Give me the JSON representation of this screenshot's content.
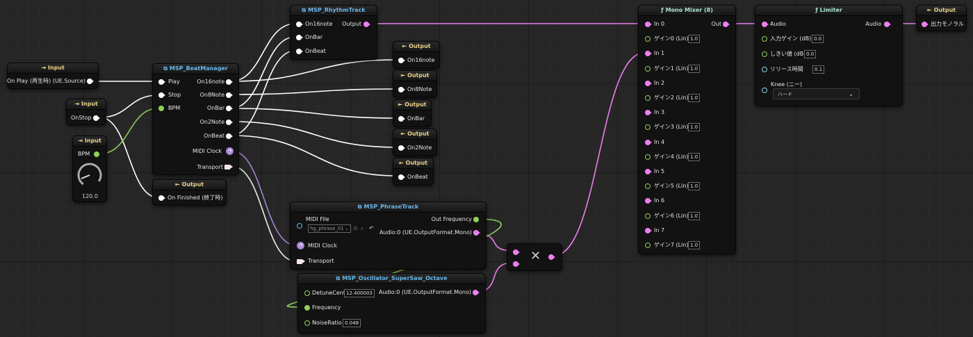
{
  "colors": {
    "background": "#262626",
    "exec": "#ffffff",
    "audio": "#ec7ff0",
    "float": "#8ed15c",
    "midi": "#a783d6",
    "meta_header": "#69b7ea",
    "io_header": "#e9d18a",
    "fn_header": "#a9e3d0"
  },
  "nodes": {
    "input_play": {
      "title": "Input",
      "out": "On Play (再生時) (UE.Source)"
    },
    "input_stop": {
      "title": "Input",
      "out": "OnStop"
    },
    "input_bpm": {
      "title": "Input",
      "out": "BPM",
      "value": "120.0"
    },
    "beat_manager": {
      "title": "MSP_BeatManager",
      "in": [
        "Play",
        "Stop",
        "BPM"
      ],
      "out": [
        "On16note",
        "On8Note",
        "OnBar",
        "On2Note",
        "OnBeat",
        "MIDI Clock",
        "Transport"
      ]
    },
    "output_finished": {
      "title": "Output",
      "in": "On Finished (終了時)"
    },
    "rhythm_track": {
      "title": "MSP_RhythmTrack",
      "in": [
        "On16note",
        "OnBar",
        "OnBeat"
      ],
      "out": "Output"
    },
    "outputs": [
      {
        "title": "Output",
        "in": "On16note"
      },
      {
        "title": "Output",
        "in": "On8Note"
      },
      {
        "title": "Output",
        "in": "OnBar"
      },
      {
        "title": "Output",
        "in": "On2Note"
      },
      {
        "title": "Output",
        "in": "OnBeat"
      }
    ],
    "phrase_track": {
      "title": "MSP_PhraseTrack",
      "in": [
        "MIDI File",
        "MIDI Clock",
        "Transport"
      ],
      "file_value": "hg_phrase_01",
      "out": [
        "Out Frequency",
        "Audio:0 (UE.OutputFormat.Mono)"
      ]
    },
    "oscillator": {
      "title": "MSP_Oscillator_SuperSaw_Octave",
      "in": [
        "DetuneCent",
        "Frequency",
        "NoiseRatio"
      ],
      "detune_value": "12.400003",
      "noise_value": "0.048",
      "out": "Audio:0 (UE.OutputFormat.Mono)"
    },
    "multiply": {
      "symbol": "✕"
    },
    "mixer": {
      "title": "Mono Mixer (8)",
      "out": "Out",
      "rows": [
        {
          "label": "In 0"
        },
        {
          "label": "ゲイン0 (Lin)",
          "value": "1.0"
        },
        {
          "label": "In 1"
        },
        {
          "label": "ゲイン1 (Lin)",
          "value": "1.0"
        },
        {
          "label": "In 2"
        },
        {
          "label": "ゲイン2 (Lin)",
          "value": "1.0"
        },
        {
          "label": "In 3"
        },
        {
          "label": "ゲイン3 (Lin)",
          "value": "1.0"
        },
        {
          "label": "In 4"
        },
        {
          "label": "ゲイン4 (Lin)",
          "value": "1.0"
        },
        {
          "label": "In 5"
        },
        {
          "label": "ゲイン5 (Lin)",
          "value": "1.0"
        },
        {
          "label": "In 6"
        },
        {
          "label": "ゲイン6 (Lin)",
          "value": "1.0"
        },
        {
          "label": "In 7"
        },
        {
          "label": "ゲイン7 (Lin)",
          "value": "1.0"
        }
      ]
    },
    "limiter": {
      "title": "Limiter",
      "in_audio": "Audio",
      "out": "Audio",
      "input_gain": "入力ゲイン (dB)",
      "input_gain_value": "0.0",
      "threshold": "しきい値 (dB)",
      "threshold_value": "0.0",
      "release": "リリース時間",
      "release_value": "0.1",
      "knee": "Knee (ニー)",
      "knee_value": "ハード"
    },
    "output_mono": {
      "title": "Output",
      "in": "出力モノラル"
    }
  }
}
